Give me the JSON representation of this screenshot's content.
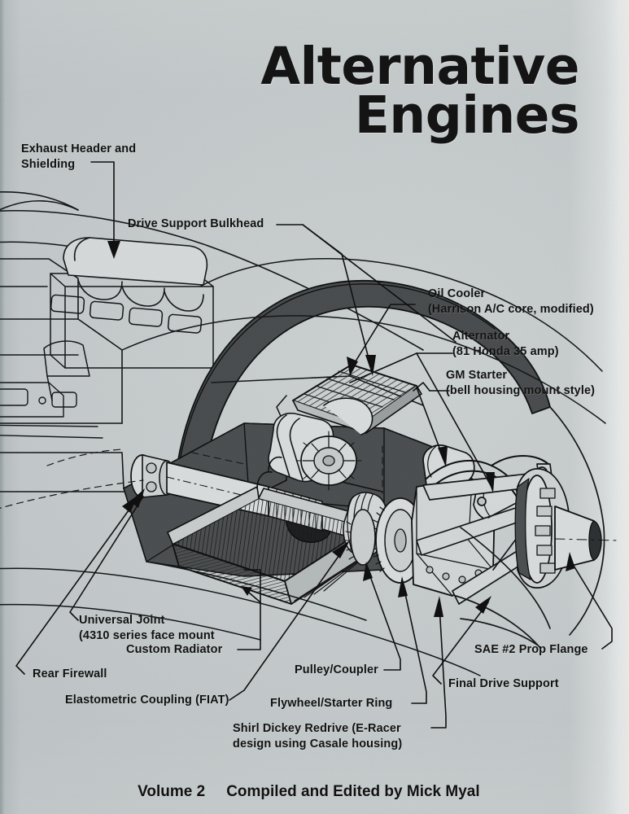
{
  "cover": {
    "title_line1": "Alternative",
    "title_line2": "Engines",
    "paper_color": "#c5cacb",
    "ink_color": "#141414"
  },
  "footer": {
    "volume": "Volume 2",
    "credit": "Compiled and Edited by Mick Myal"
  },
  "illustration": {
    "name": "mid-engine-drivetrain-cutaway",
    "description": "Line-art cutaway perspective drawing of a mid/rear-engine vehicle drivetrain installation, showing engine, radiator, oil cooler, redrive unit, driveshaft and prop flange inside the chassis."
  },
  "callouts": [
    {
      "id": "exhaust-header",
      "text": "Exhaust Header and\nShielding"
    },
    {
      "id": "drive-support-bulkhead",
      "text": "Drive Support Bulkhead"
    },
    {
      "id": "oil-cooler",
      "text": "Oil Cooler\n(Harrison A/C core, modified)"
    },
    {
      "id": "alternator",
      "text": "Alternator\n(81 Honda 35 amp)"
    },
    {
      "id": "gm-starter",
      "text": "GM Starter\n(bell housing mount style)"
    },
    {
      "id": "universal-joint",
      "text": "Universal Joint\n(4310 series face mount"
    },
    {
      "id": "custom-radiator",
      "text": "Custom Radiator"
    },
    {
      "id": "rear-firewall",
      "text": "Rear Firewall"
    },
    {
      "id": "elastometric-coupling",
      "text": "Elastometric Coupling (FIAT)"
    },
    {
      "id": "pulley-coupler",
      "text": "Pulley/Coupler"
    },
    {
      "id": "flywheel-starter-ring",
      "text": "Flywheel/Starter Ring"
    },
    {
      "id": "shirl-dickey-redrive",
      "text": "Shirl Dickey Redrive (E-Racer\ndesign using Casale housing)"
    },
    {
      "id": "sae-prop-flange",
      "text": "SAE #2 Prop Flange"
    },
    {
      "id": "final-drive-support",
      "text": "Final Drive Support"
    }
  ]
}
